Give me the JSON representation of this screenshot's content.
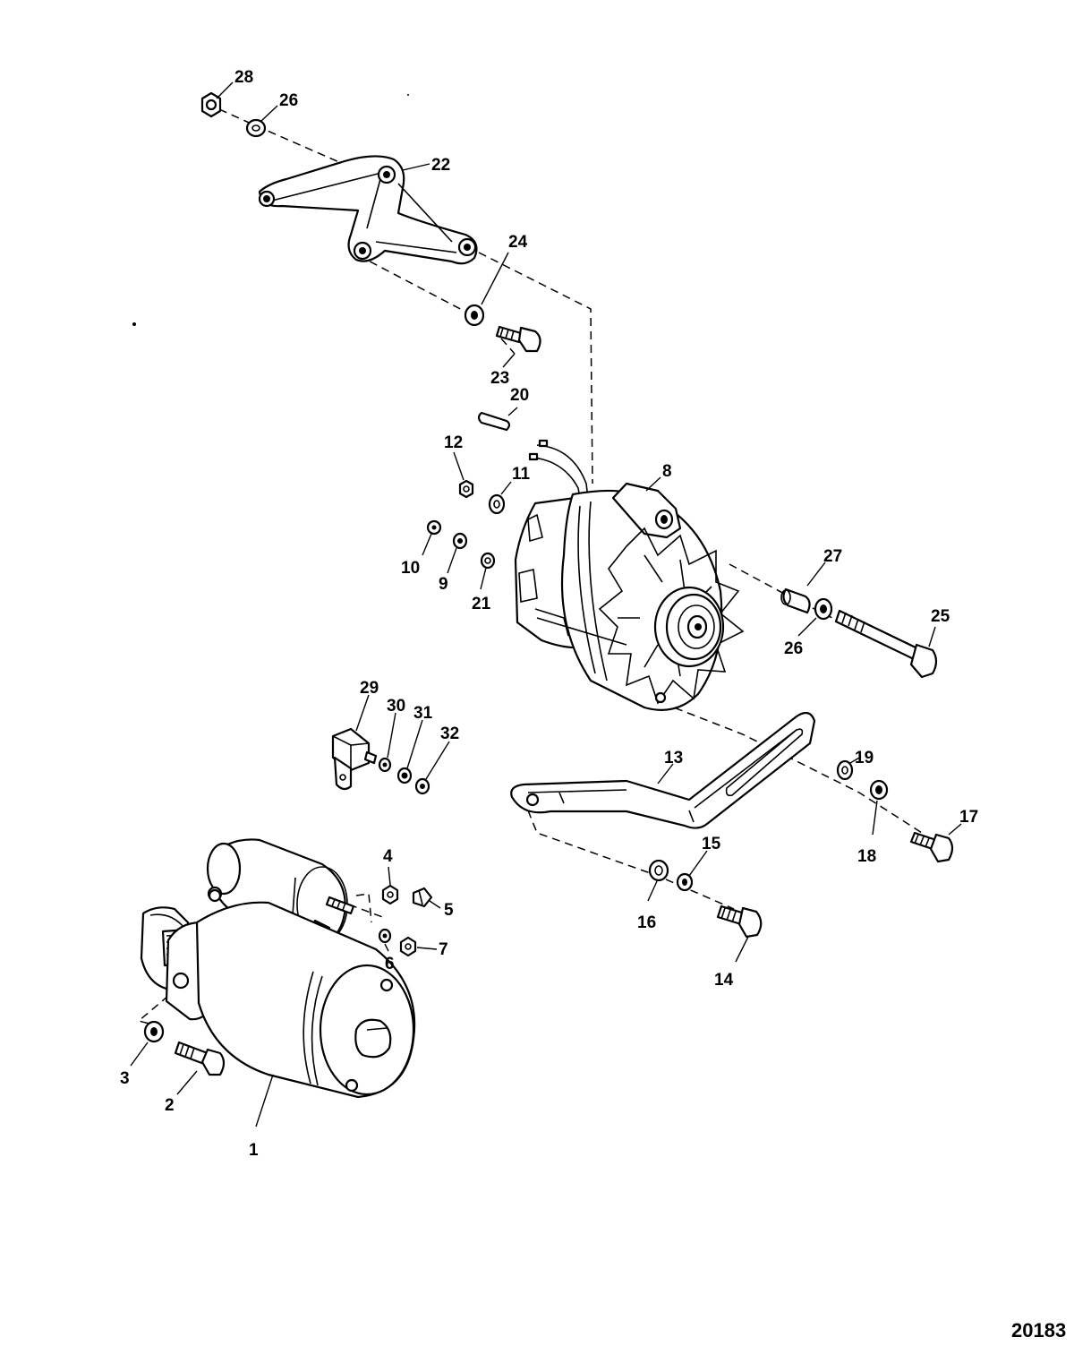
{
  "diagram": {
    "figure_id": "20183",
    "callouts": {
      "c1": "1",
      "c2": "2",
      "c3": "3",
      "c4": "4",
      "c5": "5",
      "c6": "6",
      "c7": "7",
      "c8": "8",
      "c9": "9",
      "c10": "10",
      "c11": "11",
      "c12": "12",
      "c13": "13",
      "c14": "14",
      "c15": "15",
      "c16": "16",
      "c17": "17",
      "c18": "18",
      "c19": "19",
      "c20": "20",
      "c21": "21",
      "c22": "22",
      "c23": "23",
      "c24": "24",
      "c25": "25",
      "c26a": "26",
      "c26b": "26",
      "c27": "27",
      "c28": "28",
      "c29": "29",
      "c30": "30",
      "c31": "31",
      "c32": "32"
    }
  }
}
